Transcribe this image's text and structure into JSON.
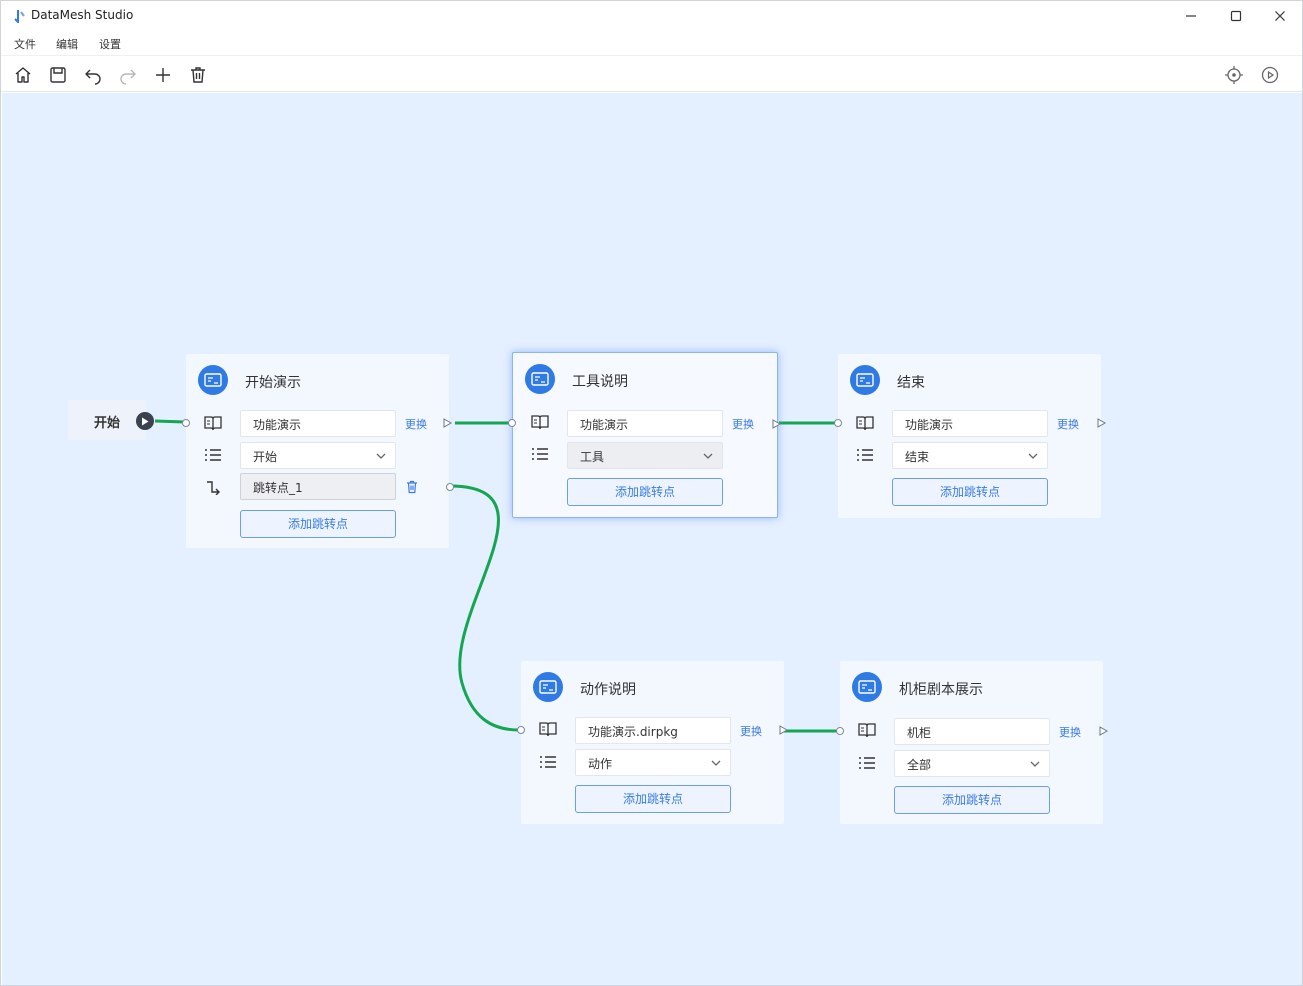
{
  "window": {
    "title": "DataMesh Studio"
  },
  "menu": [
    "文件",
    "编辑",
    "设置"
  ],
  "start": {
    "label": "开始"
  },
  "nodes": [
    {
      "title": "开始演示",
      "resource": "功能演示",
      "replace": "更换",
      "select": "开始",
      "jump": "跳转点_1",
      "add": "添加跳转点"
    },
    {
      "title": "工具说明",
      "resource": "功能演示",
      "replace": "更换",
      "select": "工具",
      "add": "添加跳转点"
    },
    {
      "title": "结束",
      "resource": "功能演示",
      "replace": "更换",
      "select": "结束",
      "add": "添加跳转点"
    },
    {
      "title": "动作说明",
      "resource": "功能演示.dirpkg",
      "replace": "更换",
      "select": "动作",
      "add": "添加跳转点"
    },
    {
      "title": "机柜剧本展示",
      "resource": "机柜",
      "replace": "更换",
      "select": "全部",
      "add": "添加跳转点"
    }
  ],
  "colors": {
    "accent": "#2f7ae5",
    "canvas": "#e4efff",
    "wire": "#14a651"
  },
  "icons": {
    "toolbar_left": [
      "home-icon",
      "save-icon",
      "undo-icon",
      "redo-icon",
      "add-icon",
      "delete-icon"
    ],
    "toolbar_right": [
      "locate-icon",
      "play-icon"
    ]
  }
}
